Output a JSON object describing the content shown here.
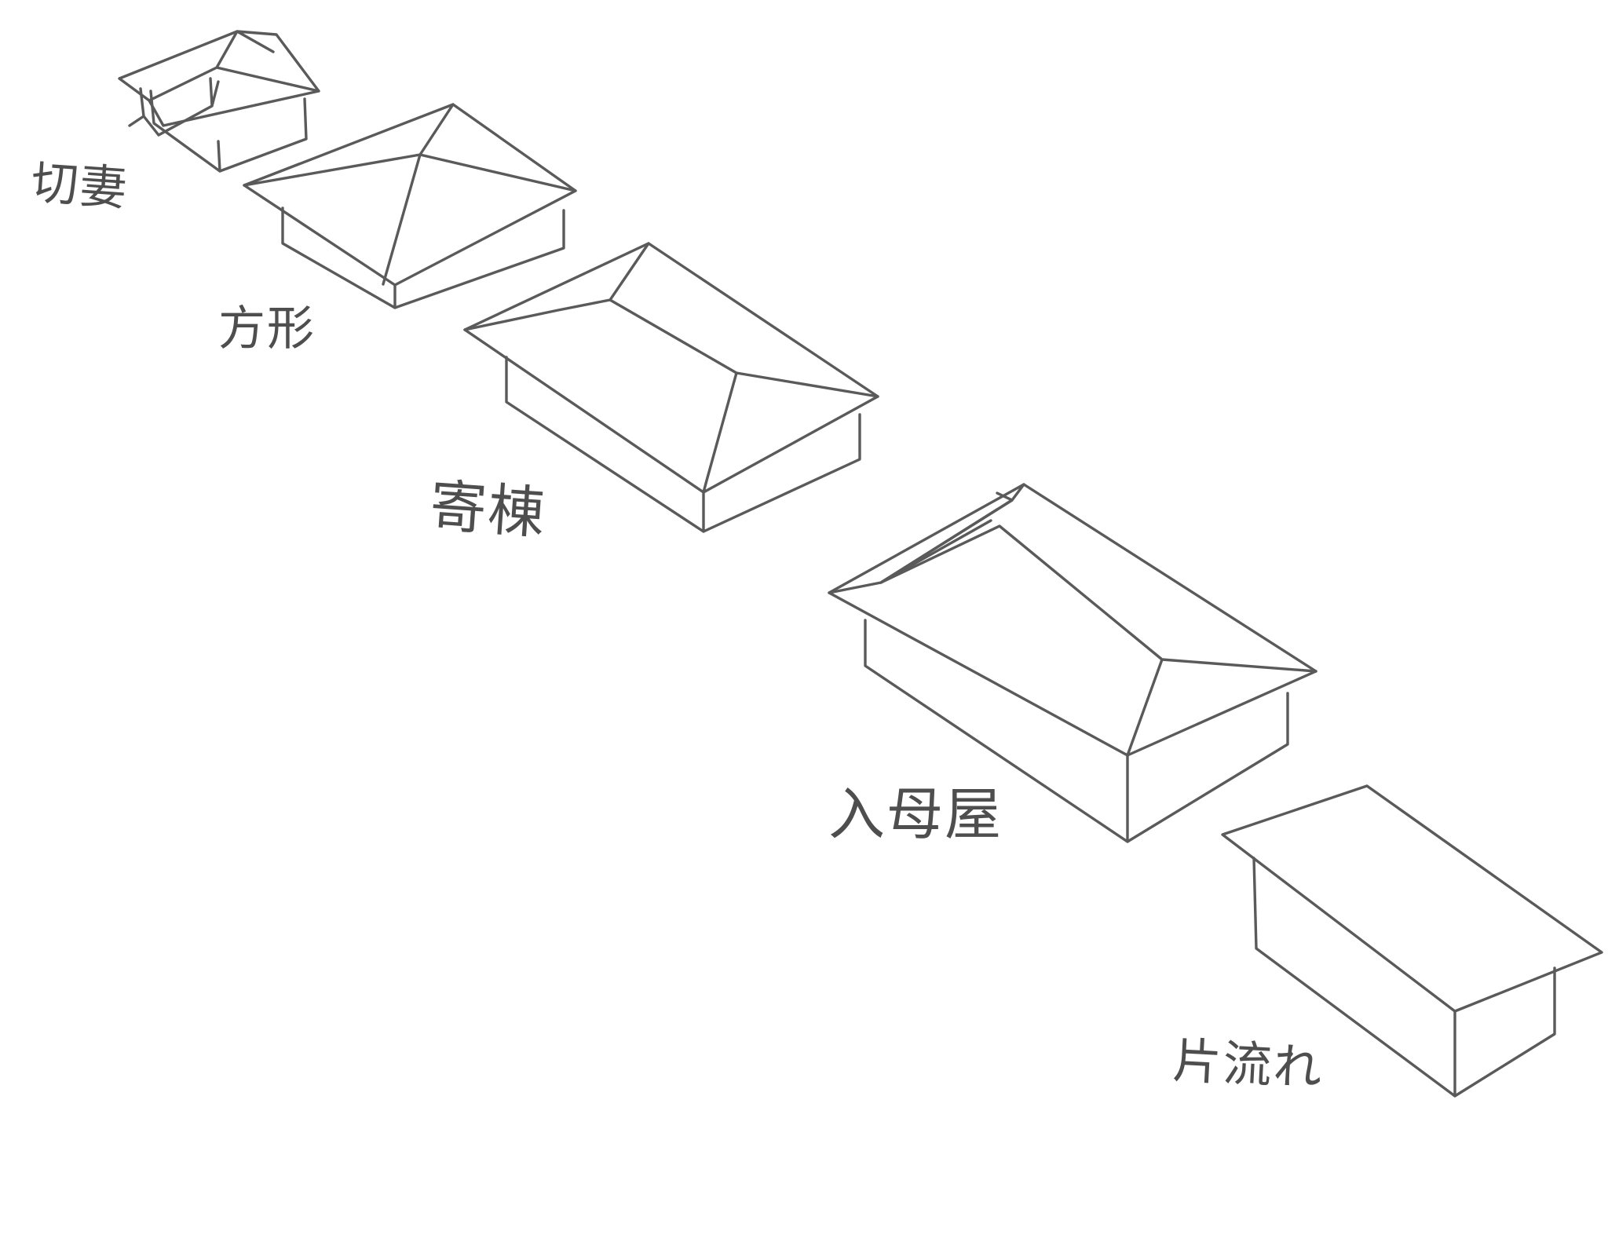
{
  "roof_types": [
    {
      "id": "kirizuma",
      "label": "切妻"
    },
    {
      "id": "hougyou",
      "label": "方形"
    },
    {
      "id": "yosemune",
      "label": "寄棟"
    },
    {
      "id": "irimoya",
      "label": "入母屋"
    },
    {
      "id": "katanagare",
      "label": "片流れ"
    }
  ],
  "colors": {
    "line": "#5a5a5a",
    "paper": "#ffffff",
    "text": "#4e4e4e"
  }
}
